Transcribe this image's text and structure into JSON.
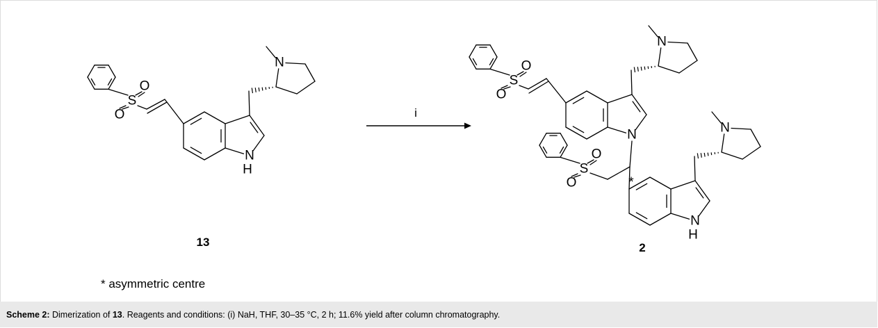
{
  "atoms": {
    "S": "S",
    "O": "O",
    "N": "N",
    "H": "H"
  },
  "reagent_label": "i",
  "compound_left_label": "13",
  "compound_right_label": "2",
  "asymmetric_marker": "*",
  "note": "* asymmetric centre",
  "caption": {
    "prefix": "Scheme 2:",
    "t1": " Dimerization of ",
    "ref": "13",
    "t2": ". Reagents and conditions: (i) NaH, THF, 30–35 °C, 2 h; 11.6% yield after column chromatography."
  }
}
